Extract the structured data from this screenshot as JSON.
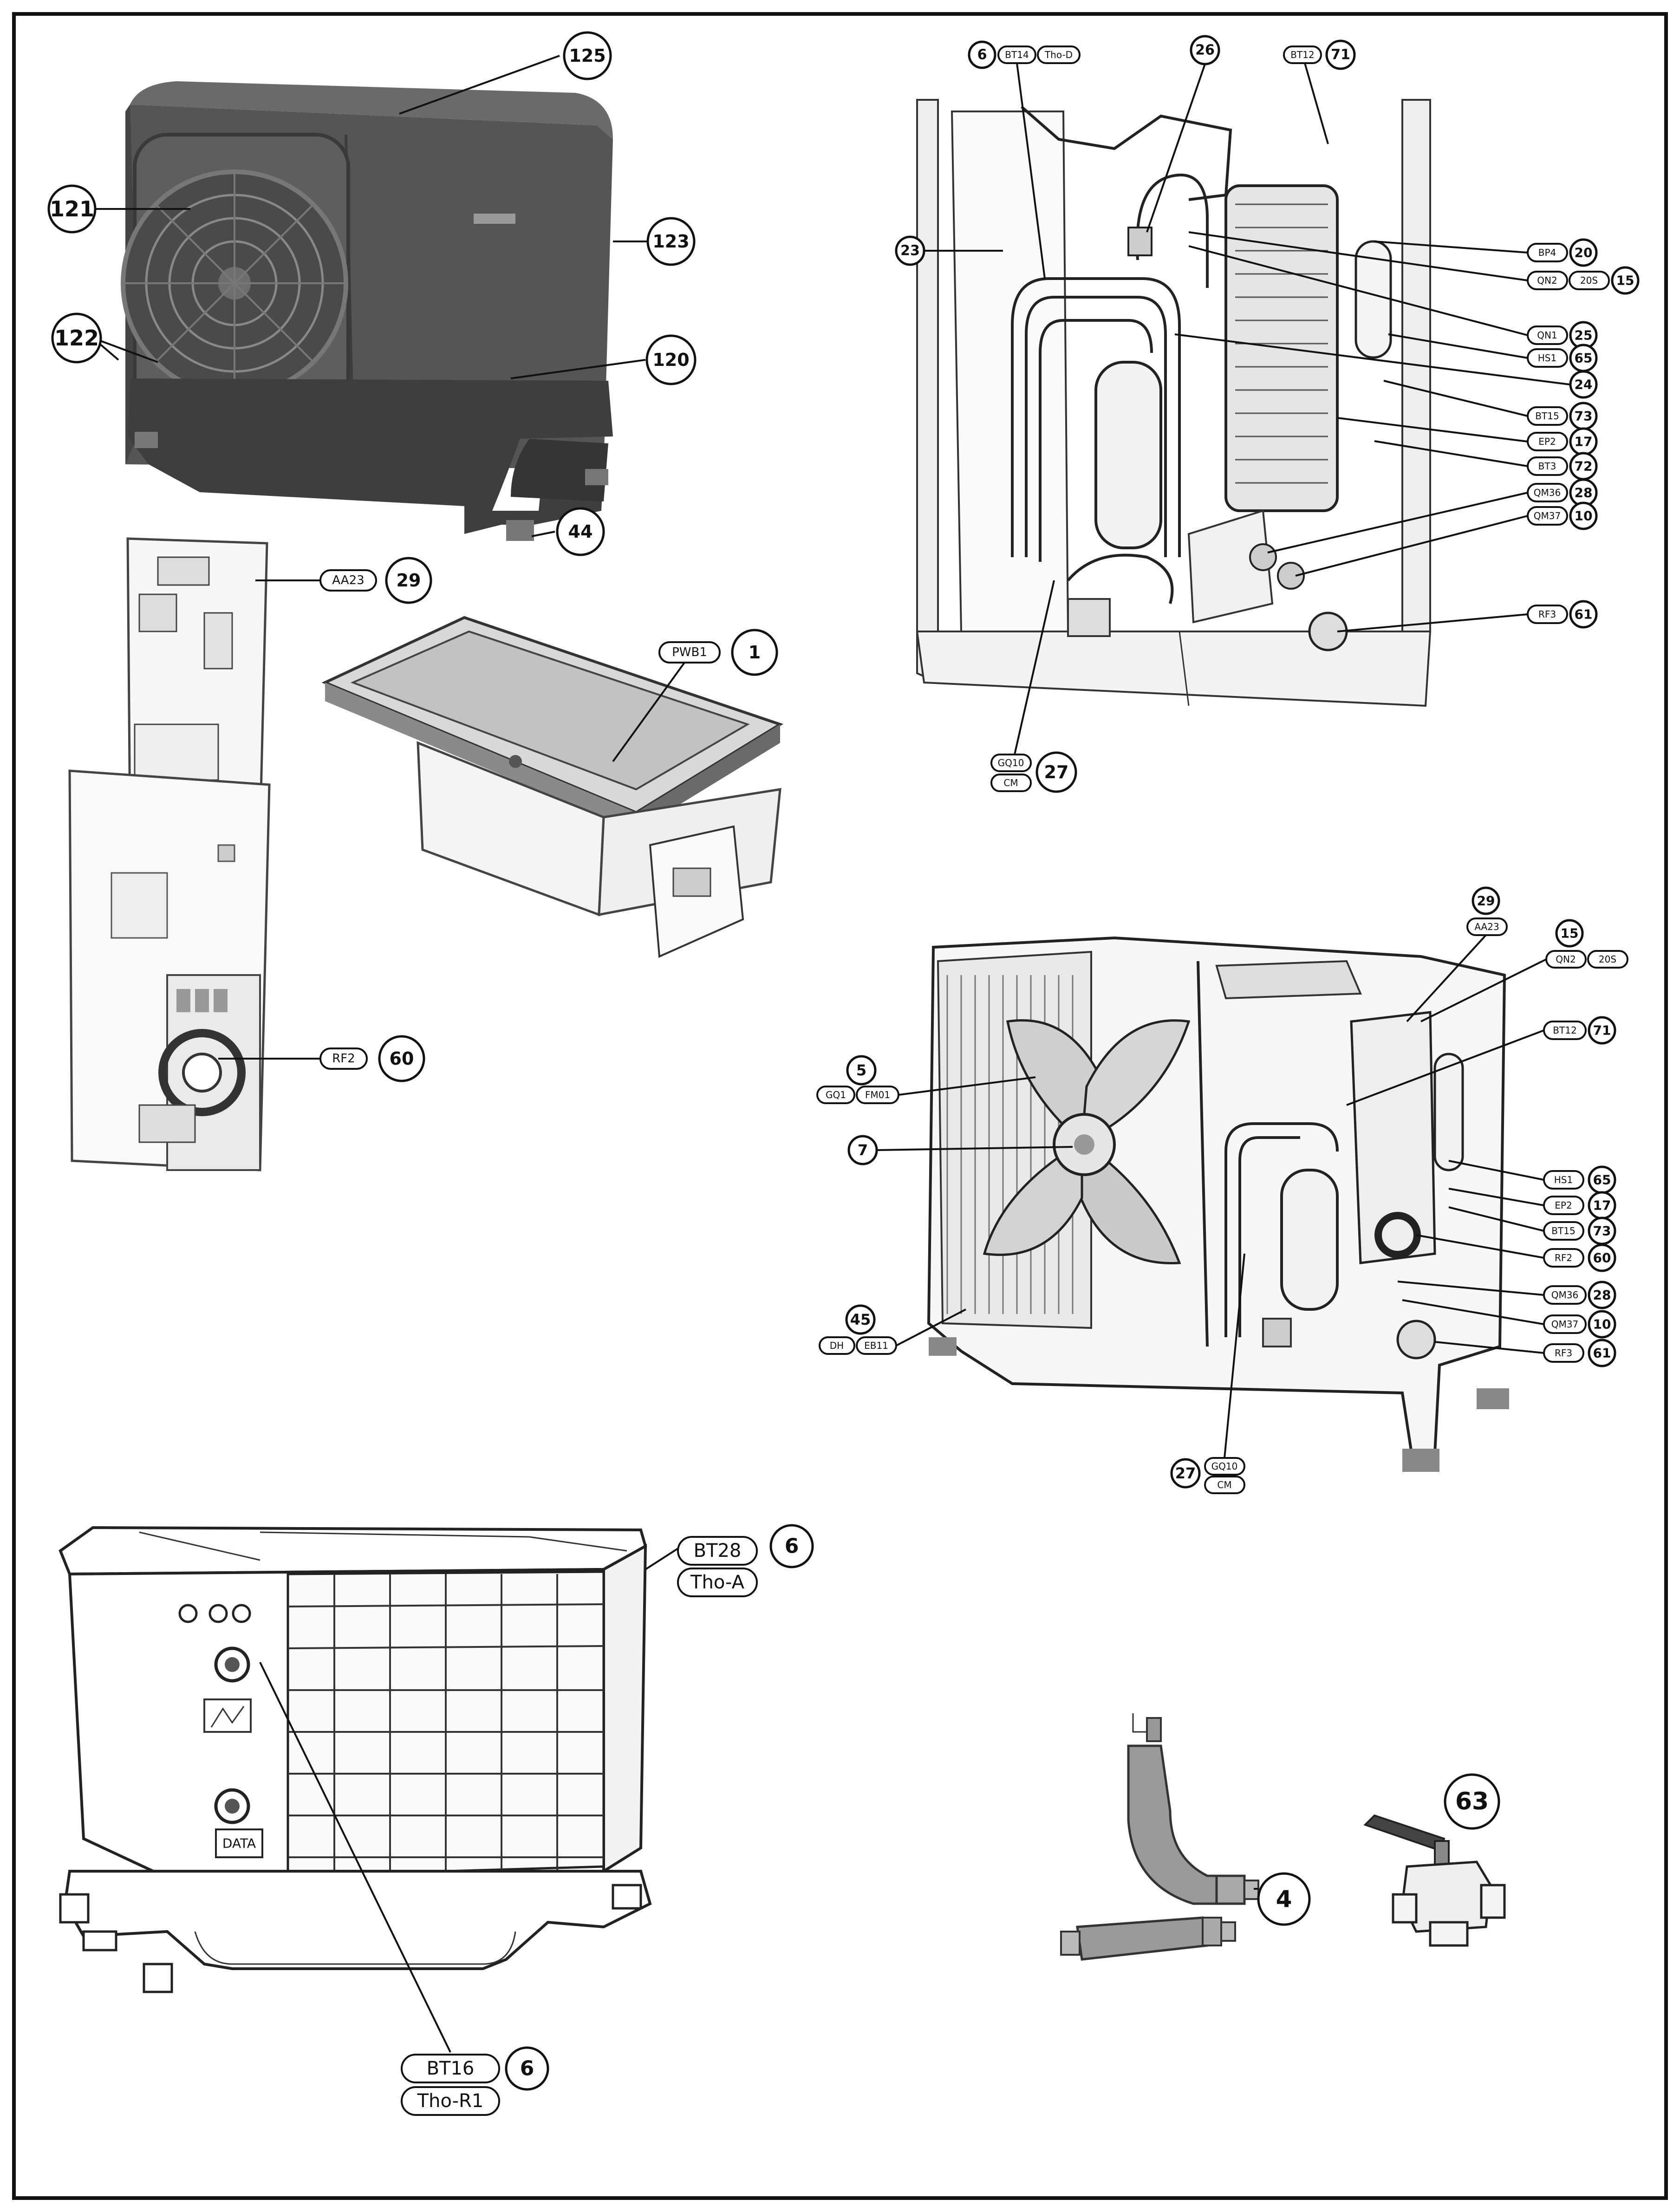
{
  "callouts": {
    "c125": "125",
    "c121": "121",
    "c123": "123",
    "c122": "122",
    "c120": "120",
    "c44": "44",
    "c29a": "29",
    "c1": "1",
    "c60a": "60",
    "c6a": "6",
    "c26": "26",
    "c71a": "71",
    "c23": "23",
    "c20": "20",
    "c15a": "15",
    "c25": "25",
    "c65a": "65",
    "c24": "24",
    "c73a": "73",
    "c17a": "17",
    "c72": "72",
    "c28a": "28",
    "c10a": "10",
    "c61a": "61",
    "c27a": "27",
    "c29b": "29",
    "c15b": "15",
    "c71b": "71",
    "c5": "5",
    "c7": "7",
    "c65b": "65",
    "c17b": "17",
    "c73b": "73",
    "c60b": "60",
    "c28b": "28",
    "c10b": "10",
    "c61b": "61",
    "c45": "45",
    "c27b": "27",
    "c6b": "6",
    "c6c": "6",
    "c4": "4",
    "c63": "63"
  },
  "tags": {
    "AA23a": "AA23",
    "PWB1": "PWB1",
    "RF2a": "RF2",
    "BT14": "BT14",
    "ThoD": "Tho-D",
    "BT12a": "BT12",
    "BP4": "BP4",
    "QN2a": "QN2",
    "S20a": "20S",
    "QN1": "QN1",
    "HS1a": "HS1",
    "BT15a": "BT15",
    "EP2a": "EP2",
    "BT3": "BT3",
    "QM36a": "QM36",
    "QM37a": "QM37",
    "RF3a": "RF3",
    "GQ10a": "GQ10",
    "CMa": "CM",
    "AA23b": "AA23",
    "QN2b": "QN2",
    "S20b": "20S",
    "BT12b": "BT12",
    "GQ1": "GQ1",
    "FM01": "FM01",
    "HS1b": "HS1",
    "EP2b": "EP2",
    "BT15b": "BT15",
    "RF2b": "RF2",
    "QM36b": "QM36",
    "QM37b": "QM37",
    "RF3b": "RF3",
    "DH": "DH",
    "EB11": "EB11",
    "GQ10b": "GQ10",
    "CMb": "CM",
    "BT28": "BT28",
    "ThoA": "Tho-A",
    "BT16": "BT16",
    "ThoR1": "Tho-R1"
  },
  "decal": {
    "data_plate": "DATA"
  }
}
